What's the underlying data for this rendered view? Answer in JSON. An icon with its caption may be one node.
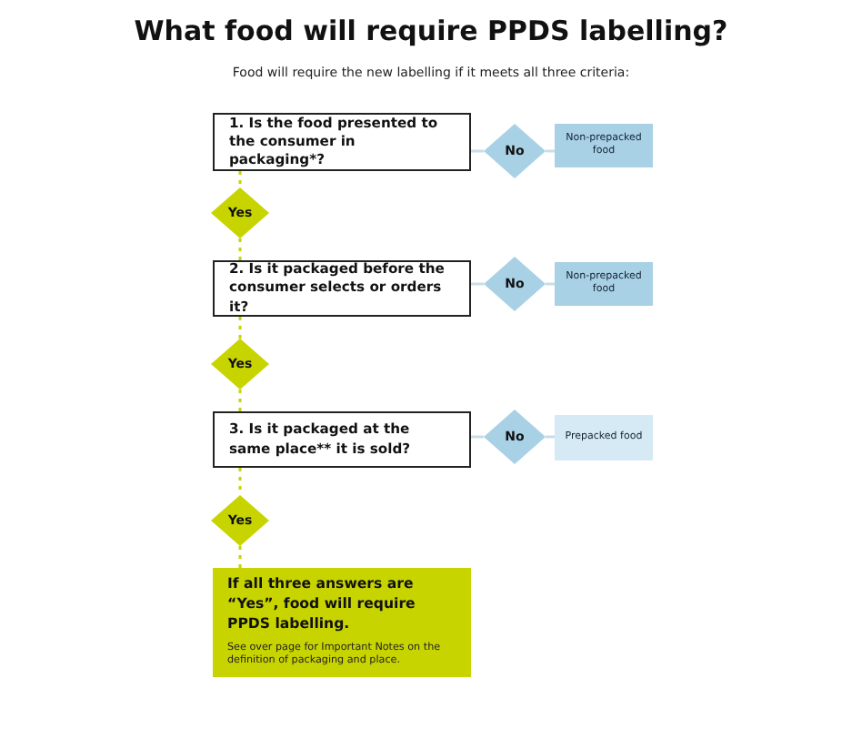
{
  "diagram": {
    "title": "What food will require PPDS labelling?",
    "caption": "Food will require the new labelling if it meets all three criteria:",
    "nodes": [
      {
        "text": [
          "1. Is the food presented to the consumer in packaging*?"
        ]
      },
      {
        "text": [
          "No"
        ]
      },
      {
        "text": [
          "Non-prepacked food"
        ]
      },
      {
        "text": [
          "Yes"
        ]
      },
      {
        "text": [
          "2. Is it packaged before the consumer selects or orders it?"
        ]
      },
      {
        "text": [
          "No"
        ]
      },
      {
        "text": [
          "Non-prepacked food"
        ]
      },
      {
        "text": [
          "Yes"
        ]
      },
      {
        "text": [
          "3. Is it packaged at the same place** it is sold?"
        ]
      },
      {
        "text": [
          "No"
        ]
      },
      {
        "text": [
          "Prepacked food"
        ]
      },
      {
        "text": [
          "Yes"
        ]
      },
      {
        "text": [
          "If all three answers are “Yes”, food will require PPDS labelling.",
          "See over page for Important Notes on the definition of packaging and place."
        ]
      }
    ],
    "edges": [
      {
        "from": 0,
        "to": 1,
        "arrow": "none"
      },
      {
        "from": 1,
        "to": 2,
        "arrow": "none"
      },
      {
        "from": 0,
        "to": 3,
        "arrow": "none",
        "style": "dashed",
        "color": "#c8d400"
      },
      {
        "from": 3,
        "to": 4,
        "arrow": "none",
        "style": "dashed",
        "color": "#c8d400"
      },
      {
        "from": 4,
        "to": 5,
        "arrow": "none"
      },
      {
        "from": 5,
        "to": 6,
        "arrow": "none"
      },
      {
        "from": 4,
        "to": 7,
        "arrow": "none",
        "style": "dashed",
        "color": "#c8d400"
      },
      {
        "from": 7,
        "to": 8,
        "arrow": "none",
        "style": "dashed",
        "color": "#c8d400"
      },
      {
        "from": 8,
        "to": 9,
        "arrow": "none"
      },
      {
        "from": 9,
        "to": 10,
        "arrow": "none"
      },
      {
        "from": 8,
        "to": 11,
        "arrow": "none",
        "style": "dashed",
        "color": "#c8d400"
      },
      {
        "from": 11,
        "to": 12,
        "arrow": "none",
        "style": "dashed",
        "color": "#c8d400"
      }
    ]
  }
}
